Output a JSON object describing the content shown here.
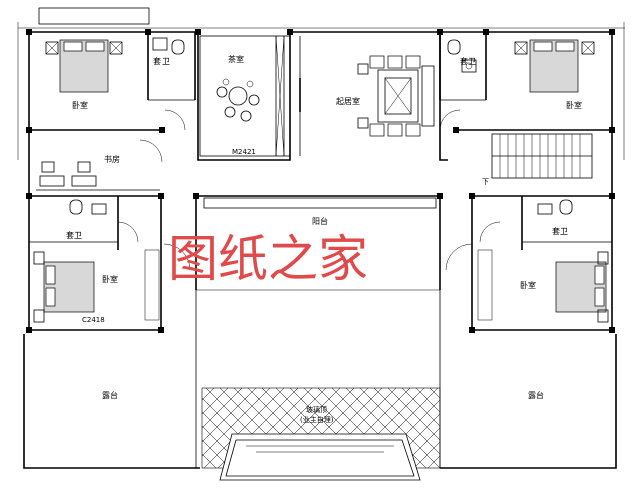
{
  "plan": {
    "labels": {
      "bedroom_nw": "卧室",
      "bath_nw": "卫",
      "bath_nw_prefix": "套",
      "tea_room": "茶室",
      "living": "起居室",
      "bedroom_ne": "卧室",
      "bath_ne": "套卫",
      "study": "书房",
      "bath_w": "套卫",
      "bedroom_sw": "卧室",
      "balcony": "阳台",
      "bath_e": "套卫",
      "bedroom_se": "卧室",
      "terrace_w": "露台",
      "terrace_e": "露台",
      "glass_roof": "玻璃顶",
      "glass_roof_note": "(业主自理)",
      "stair_down": "下",
      "door_code": "M2421",
      "window_code": "C2418"
    },
    "watermark": "图纸之家"
  }
}
